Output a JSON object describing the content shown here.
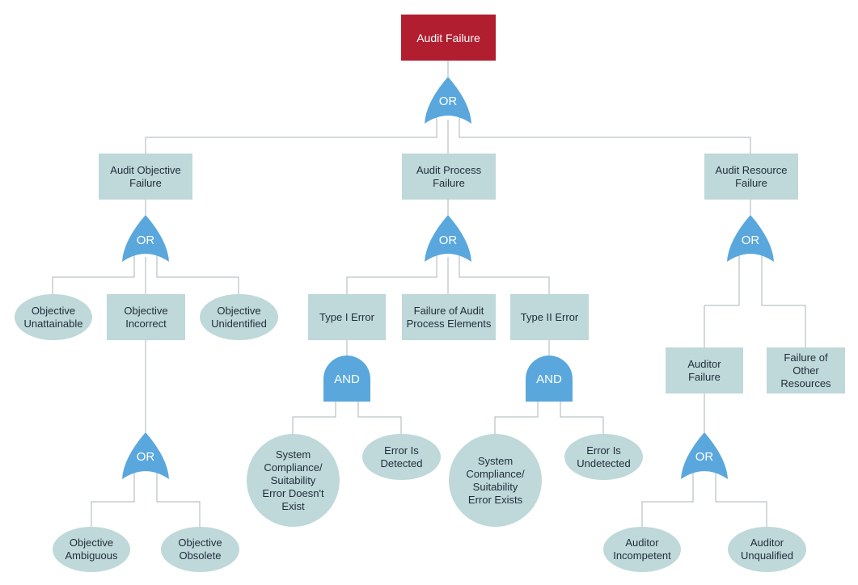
{
  "top_event": "Audit Failure",
  "gate_labels": {
    "or": "OR",
    "and": "AND"
  },
  "level1": {
    "objective": "Audit Objective\nFailure",
    "process": "Audit Process\nFailure",
    "resource": "Audit Resource\nFailure"
  },
  "objective_branch": {
    "unattainable": "Objective\nUnattainable",
    "incorrect": "Objective\nIncorrect",
    "unidentified": "Objective\nUnidentified",
    "ambiguous": "Objective\nAmbiguous",
    "obsolete": "Objective\nObsolete"
  },
  "process_branch": {
    "type1": "Type I Error",
    "elements": "Failure of Audit\nProcess Elements",
    "type2": "Type II Error",
    "sys_doesnt_exist": "System\nCompliance/\nSuitability\nError Doesn't\nExist",
    "error_detected": "Error Is\nDetected",
    "sys_exists": "System\nCompliance/\nSuitability\nError Exists",
    "error_undetected": "Error Is\nUndetected"
  },
  "resource_branch": {
    "auditor_failure": "Auditor\nFailure",
    "other_resources": "Failure of\nOther\nResources",
    "incompetent": "Auditor\nIncompetent",
    "unqualified": "Auditor\nUnqualified"
  },
  "colors": {
    "top": "#b01e2f",
    "node": "#bfd8da",
    "gate": "#5aa7dd",
    "line": "#a9b4ba"
  }
}
